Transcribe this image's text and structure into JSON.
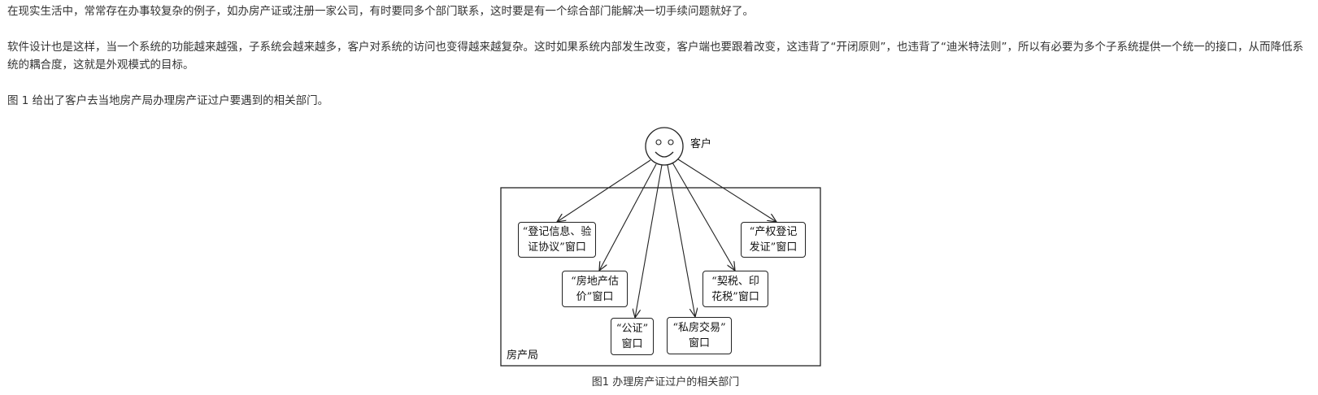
{
  "article": {
    "paragraphs": [
      "在现实生活中，常常存在办事较复杂的例子，如办房产证或注册一家公司，有时要同多个部门联系，这时要是有一个综合部门能解决一切手续问题就好了。",
      "软件设计也是这样，当一个系统的功能越来越强，子系统会越来越多，客户对系统的访问也变得越来越复杂。这时如果系统内部发生改变，客户端也要跟着改变，这违背了“开闭原则”，也违背了“迪米特法则”，所以有必要为多个子系统提供一个统一的接口，从而降低系统的耦合度，这就是外观模式的目标。",
      "图 1 给出了客户去当地房产局办理房产证过户要遇到的相关部门。"
    ]
  },
  "figure": {
    "client_label": "客户",
    "container_label": "房产局",
    "departments": [
      {
        "line1": "“登记信息、验",
        "line2": "证协议”窗口"
      },
      {
        "line1": "“房地产估",
        "line2": "价”窗口"
      },
      {
        "line1": "“公证”",
        "line2": "窗口"
      },
      {
        "line1": "“私房交易”",
        "line2": "窗口"
      },
      {
        "line1": "“契税、印",
        "line2": "花税”窗口"
      },
      {
        "line1": "“产权登记",
        "line2": "发证”窗口"
      }
    ],
    "caption": "图1 办理房产证过户的相关部门"
  }
}
